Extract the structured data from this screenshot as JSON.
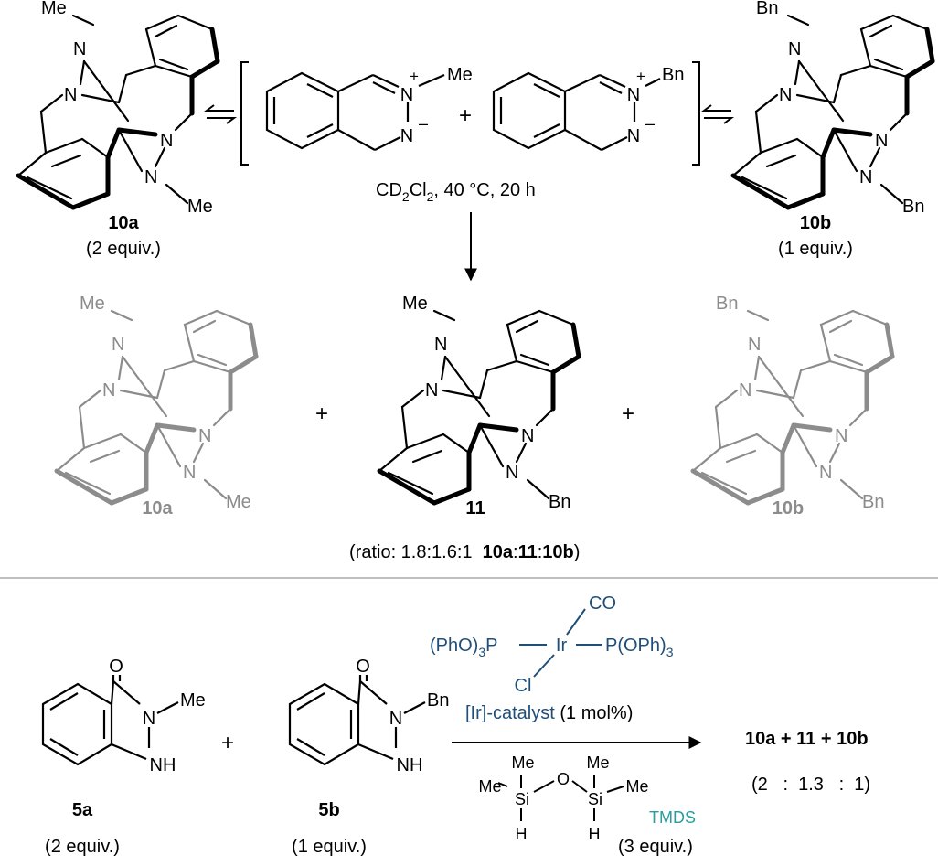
{
  "colors": {
    "black": "#000000",
    "gray": "#8c8c8c",
    "blue": "#1f4e79",
    "teal": "#2a9d9f",
    "rule": "#bfbfbf"
  },
  "top": {
    "left_product": {
      "id": "10a",
      "equiv": "(2 equiv.)",
      "sub_upper": "Me",
      "sub_lower": "Me"
    },
    "right_product": {
      "id": "10b",
      "equiv": "(1 equiv.)",
      "sub_upper": "Bn",
      "sub_lower": "Bn"
    },
    "azo_me_sub": "Me",
    "azo_bn_sub": "Bn",
    "plus": "+",
    "conditions": [
      "CD",
      "2",
      "Cl",
      "2",
      ", 40 °C, 20 h"
    ],
    "charge_plus": "+",
    "charge_minus": "–",
    "atom_n": "N"
  },
  "middle": {
    "left": {
      "id": "10a",
      "sub_upper": "Me",
      "sub_lower": "Me"
    },
    "center": {
      "id": "11",
      "sub_upper": "Me",
      "sub_lower": "Bn"
    },
    "right": {
      "id": "10b",
      "sub_upper": "Bn",
      "sub_lower": "Bn"
    },
    "plus": "+",
    "ratio_prefix": "(ratio: 1.8:1.6:1  ",
    "ratio_ids": [
      "10a",
      ":",
      "11",
      ":",
      "10b"
    ],
    "ratio_suffix": ")"
  },
  "bottom": {
    "sm_a": {
      "id": "5a",
      "equiv": "(2 equiv.)",
      "sub": "Me",
      "o": "O",
      "n": "N",
      "nh": "NH"
    },
    "sm_b": {
      "id": "5b",
      "equiv": "(1 equiv.)",
      "sub": "Bn",
      "o": "O",
      "n": "N",
      "nh": "NH"
    },
    "plus": "+",
    "catalyst": {
      "co": "CO",
      "left_ligand": [
        "(PhO)",
        "3",
        "P"
      ],
      "metal": "Ir",
      "right_ligand": [
        "P(OPh)",
        "3"
      ],
      "cl": "Cl",
      "label": "[Ir]-catalyst",
      "loading": " (1 mol%)"
    },
    "tmds": {
      "me": "Me",
      "si": "Si",
      "o": "O",
      "h": "H",
      "label": "TMDS",
      "equiv": "(3 equiv.)"
    },
    "product_line": "10a + 11 + 10b",
    "ratio_line": "(2   :  1.3   :  1)"
  }
}
